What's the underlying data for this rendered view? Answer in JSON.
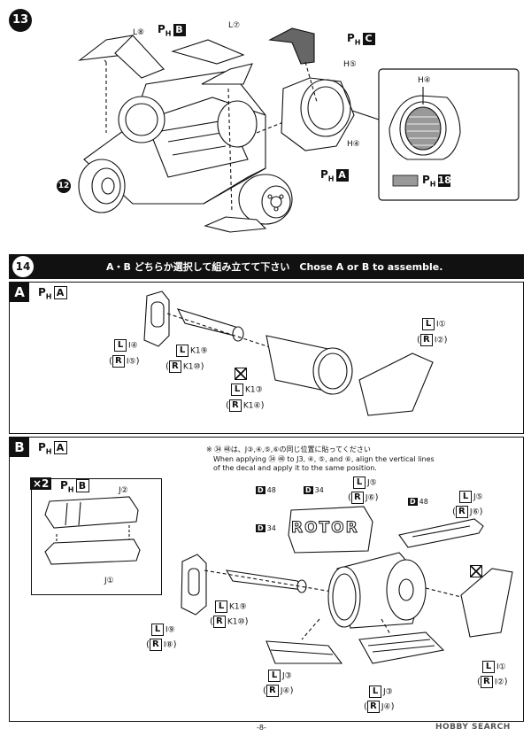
{
  "step13": {
    "number": "13",
    "sub_label": "12",
    "parts": {
      "L8": "L⑧",
      "L7": "L⑦",
      "H5": "H⑤",
      "H4": "H④",
      "H4_detail": "H④"
    },
    "paint": {
      "prefix": "P",
      "sub": "H",
      "B": "B",
      "C": "C",
      "A": "A",
      "swatch": "18"
    }
  },
  "step14": {
    "number": "14",
    "instruction": "A・B どちらか選択して組み立てて下さい　Chose A or B to assemble.",
    "option_a": {
      "label": "A",
      "paint_prefix": "P",
      "paint_sub": "H",
      "paint_code": "A",
      "parts": {
        "L_I4": "I④",
        "R_I5": "I⑤",
        "L_K19": "K1⑨",
        "R_K110": "K1⑩",
        "L_K13": "K1③",
        "R_K14": "K1④",
        "L_I1": "I①",
        "R_I2": "I②"
      }
    },
    "option_b": {
      "label": "B",
      "paint_prefix": "P",
      "paint_sub": "H",
      "paint_code": "A",
      "note_jp": "※ ㉞ ㊽は、J③,④,⑤,⑥の同じ位置に貼ってください",
      "note_en_1": "When applying ㉞ ㊽ to J3, ④, ⑤, and ⑥, align the vertical lines",
      "note_en_2": "of the decal and apply it to the same position.",
      "inset": {
        "multiplier": "×2",
        "paint_code": "B",
        "J2": "J②",
        "J1": "J①"
      },
      "decals": {
        "d48a": "48",
        "d34a": "34",
        "d48b": "48",
        "d34b": "34",
        "d_prefix": "D"
      },
      "rotor_text": "ROTOR",
      "parts": {
        "L_J5a": "J⑤",
        "R_J6a": "J⑥",
        "L_J5b": "J⑤",
        "R_J6b": "J⑥",
        "L_K19": "K1⑨",
        "R_K110": "K1⑩",
        "L_I9": "I⑨",
        "R_I8": "I⑧",
        "L_J3a": "J③",
        "R_J4a": "J④",
        "L_J3b": "J③",
        "R_J4b": "J④",
        "L_I1": "I①",
        "R_I2": "I②"
      }
    }
  },
  "letters": {
    "L": "L",
    "R": "R",
    "open": "(",
    "close": ")"
  },
  "footer": {
    "page": "-8-",
    "watermark": "HOBBY SEARCH"
  }
}
